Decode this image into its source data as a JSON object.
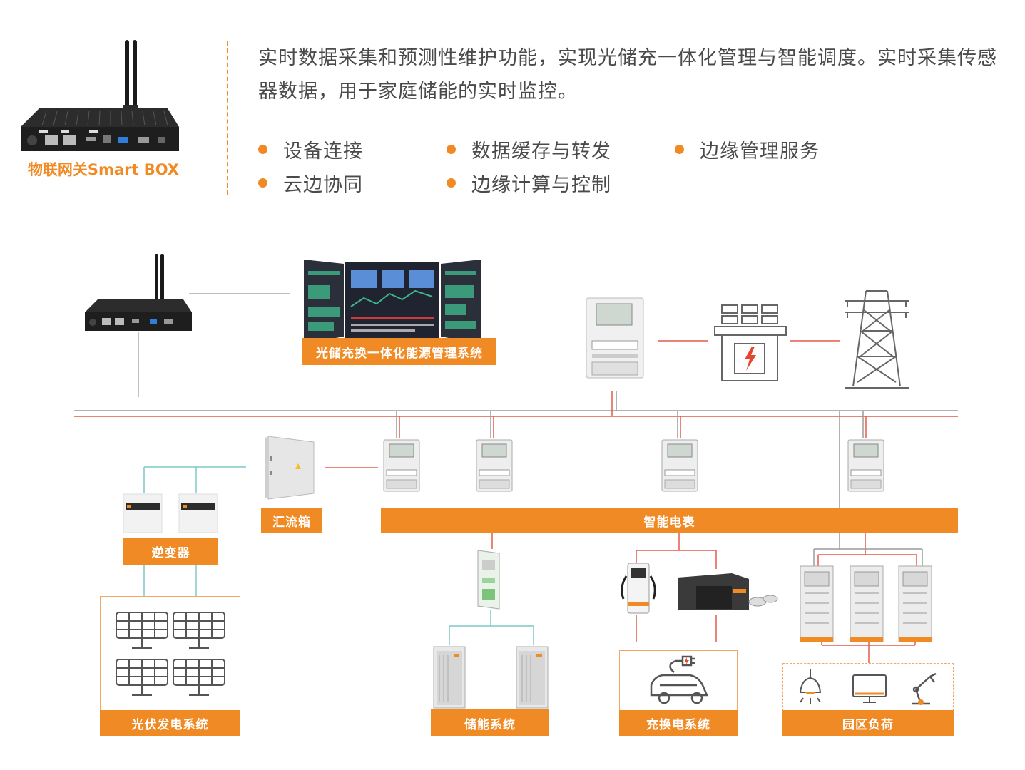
{
  "intro": {
    "device_caption": "物联网关Smart BOX",
    "description": "实时数据采集和预测性维护功能，实现光储充一体化管理与智能调度。实时采集传感器数据，用于家庭储能的实时监控。",
    "features": [
      "设备连接",
      "数据缓存与转发",
      "边缘管理服务",
      "云边协同",
      "边缘计算与控制"
    ]
  },
  "diagram": {
    "ems_label": "光储充换一体化能源管理系统",
    "combiner_label": "汇流箱",
    "meter_label": "智能电表",
    "inverter_label": "逆变器",
    "pv_label": "光伏发电系统",
    "storage_label": "储能系统",
    "charging_label": "充换电系统",
    "load_label": "园区负荷"
  },
  "colors": {
    "accent": "#f08a24",
    "grid_line": "#e25a4a",
    "bus_gray": "#9a9a9a",
    "teal": "#7fc8c8"
  }
}
